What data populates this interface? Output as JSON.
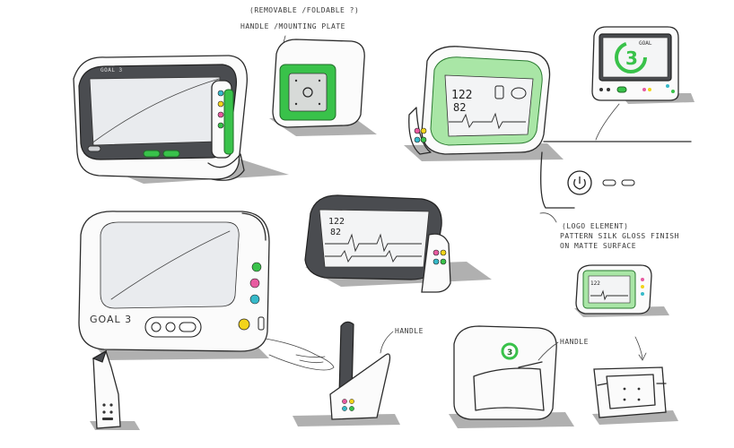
{
  "annotations": {
    "removable": "(REMOVABLE /FOLDABLE ?)",
    "handle_plate": "HANDLE /MOUNTING PLATE",
    "logo_1": "(LOGO ELEMENT)",
    "logo_2": "PATTERN SILK GLOSS FINISH",
    "logo_3": "ON MATTE SURFACE",
    "handle_a": "HANDLE",
    "handle_b": "HANDLE"
  },
  "device_text": {
    "brand_small": "GOAL 3",
    "brand_large": "GOAL 3",
    "goal_screen": "GOAL",
    "goal_number": "3",
    "reading_top": "122",
    "reading_bottom": "82",
    "reading_top_2": "122",
    "reading_bottom_2": "82",
    "badge": "3"
  },
  "colors": {
    "accent_green": "#39c24a",
    "bezel": "#4a4c50",
    "button_pink": "#e85aa0",
    "button_yellow": "#f2d41a",
    "button_cyan": "#36b9c9"
  }
}
